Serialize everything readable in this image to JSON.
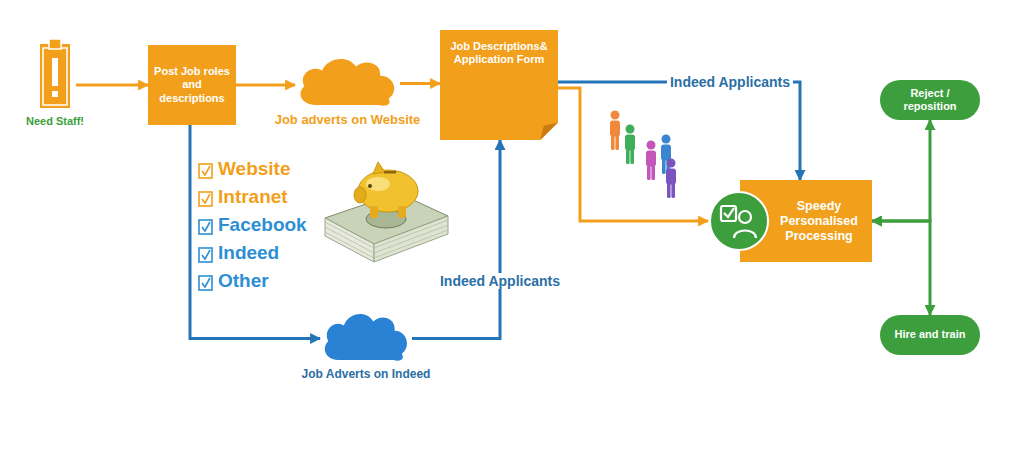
{
  "diagram": {
    "nodes": [
      {
        "text": [
          "Need Staff!"
        ]
      },
      {
        "text": [
          "Post Job roles and descriptions"
        ]
      },
      {
        "text": [
          "Job adverts on Website"
        ]
      },
      {
        "text": [
          "Job Descriptions& Application Form"
        ]
      },
      {
        "text": [
          "Job Adverts on Indeed"
        ]
      },
      {
        "text": [
          "Speedy Personalised Processing"
        ]
      },
      {
        "text": [
          "Reject / reposition"
        ]
      },
      {
        "text": [
          "Hire and train"
        ]
      }
    ],
    "edges": [
      {
        "from": 0,
        "to": 1,
        "arrow": "to"
      },
      {
        "from": 1,
        "to": 2,
        "arrow": "to"
      },
      {
        "from": 2,
        "to": 3,
        "arrow": "to"
      },
      {
        "from": 1,
        "to": 4,
        "arrow": "to"
      },
      {
        "from": 4,
        "to": 3,
        "label": "Indeed Applicants",
        "arrow": "to"
      },
      {
        "from": 3,
        "to": 5,
        "label": "Indeed Applicants",
        "arrow": "to"
      },
      {
        "from": 3,
        "to": 5,
        "arrow": "to"
      },
      {
        "from": 5,
        "to": 6,
        "arrow": "both"
      },
      {
        "from": 5,
        "to": 7,
        "arrow": "both"
      }
    ],
    "labels": [
      "Website",
      "Intranet",
      "Facebook",
      "Indeed",
      "Other"
    ]
  }
}
